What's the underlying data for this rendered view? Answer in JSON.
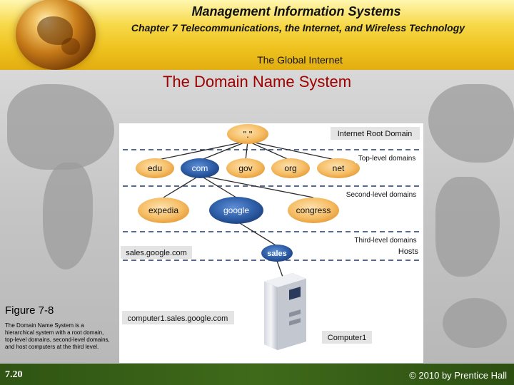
{
  "header": {
    "course_title": "Management Information Systems",
    "chapter_title": "Chapter 7 Telecommunications, the Internet, and Wireless Technology",
    "section_title": "The Global Internet"
  },
  "slide": {
    "title": "The Domain Name System"
  },
  "diagram": {
    "root": {
      "label": "\".\"",
      "level_label": "Internet Root Domain"
    },
    "top_level": {
      "nodes": [
        "edu",
        "com",
        "gov",
        "org",
        "net"
      ],
      "level_label": "Top-level domains"
    },
    "second_level": {
      "nodes": [
        "expedia",
        "google",
        "congress"
      ],
      "level_label": "Second-level domains"
    },
    "third_level": {
      "node": "sales",
      "level_label": "Third-level domains",
      "example_label": "sales.google.com"
    },
    "hosts": {
      "level_label": "Hosts",
      "host_name": "computer1.sales.google.com",
      "computer_label": "Computer1"
    },
    "colors": {
      "normal_node": "#f6bf68",
      "highlight_node": "#2f5fa8",
      "dashed_line": "#223a66",
      "label_box": "#e4e4e4"
    }
  },
  "figure": {
    "label": "Figure 7-8",
    "caption": "The Domain Name System is a hierarchical system with a root domain, top-level domains, second-level domains, and host computers at the third level."
  },
  "footer": {
    "slide_number": "7.20",
    "copyright": "© 2010 by Prentice Hall"
  }
}
